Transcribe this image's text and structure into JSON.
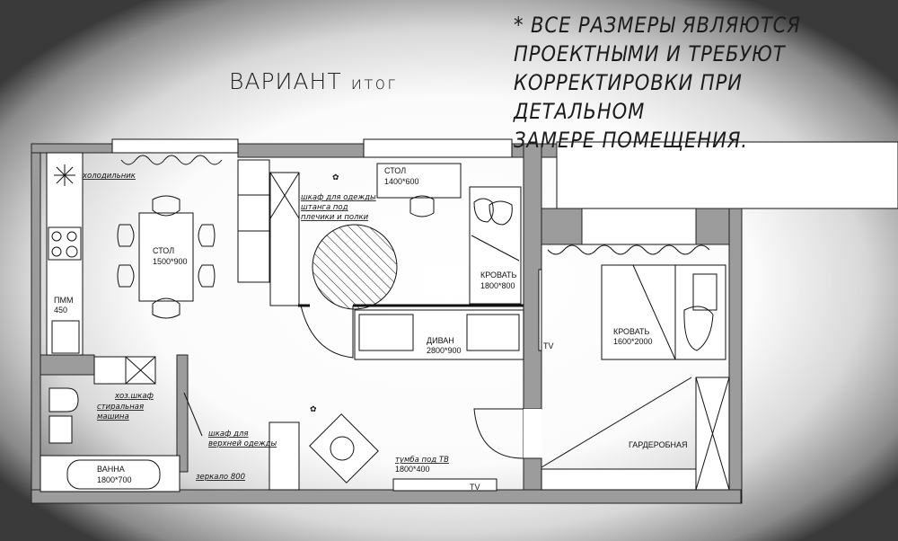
{
  "header": {
    "title": "ВАРИАНТ",
    "subtitle": "итог"
  },
  "note": {
    "lines": [
      "* ВСЕ РАЗМЕРЫ ЯВЛЯЮТСЯ",
      "ПРОЕКТНЫМИ И ТРЕБУЮТ",
      "КОРРЕКТИРОВКИ ПРИ ДЕТАЛЬНОМ",
      "ЗАМЕРЕ ПОМЕЩЕНИЯ."
    ]
  },
  "kitchen": {
    "fridge": "холодильник",
    "dishwasher": [
      "ПММ",
      "450"
    ],
    "table": [
      "СТОЛ",
      "1500*900"
    ]
  },
  "bathroom": {
    "utility_closet": "хоз.шкаф",
    "washer": [
      "стиральная",
      "машина"
    ],
    "bath": [
      "ВАННА",
      "1800*700"
    ],
    "mirror": "зеркало 800"
  },
  "hall": {
    "coat_closet": [
      "шкаф для",
      "верхней одежды"
    ]
  },
  "kids_room": {
    "wardrobe": [
      "шкаф для одежды",
      "штанга под",
      "плечики и полки"
    ],
    "desk": [
      "СТОЛ",
      "1400*600"
    ],
    "bed": [
      "КРОВАТЬ",
      "1800*800"
    ]
  },
  "living": {
    "sofa": [
      "ДИВАН",
      "2800*900"
    ],
    "tv_stand": [
      "тумба под ТВ",
      "1800*400"
    ],
    "tv": "TV"
  },
  "bedroom": {
    "tv": "TV",
    "bed": [
      "КРОВАТЬ",
      "1600*2000"
    ],
    "walkin": "ГАРДЕРОБНАЯ"
  }
}
